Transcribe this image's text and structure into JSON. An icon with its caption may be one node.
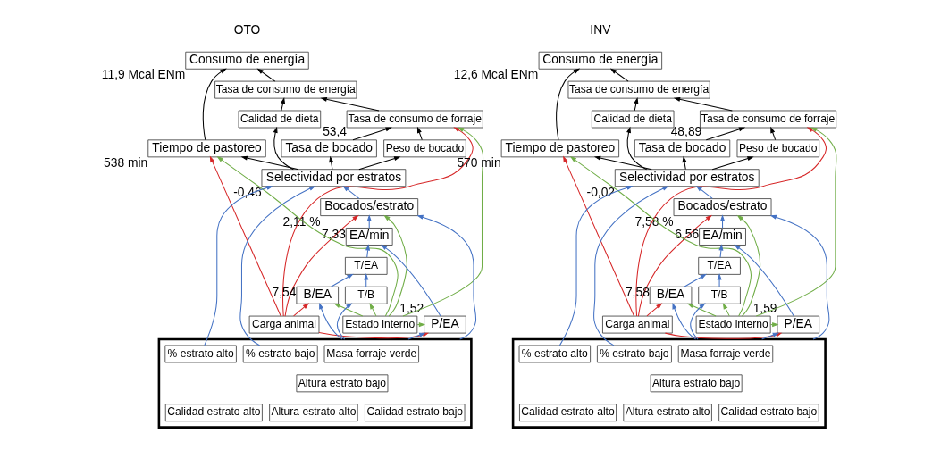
{
  "diagram": {
    "nodes": [
      {
        "text": [
          "Consumo de energía"
        ],
        "beside": [
          "11,9 Mcal ENm"
        ]
      },
      {
        "text": [
          "Tiempo de pastoreo"
        ],
        "beside": [
          "538 min"
        ]
      },
      {
        "text": [
          "Tasa de consumo de energía"
        ]
      },
      {
        "text": [
          "Tasa de consumo de forraje"
        ]
      },
      {
        "text": [
          "Calidad de dieta"
        ]
      },
      {
        "text": [
          "Tasa de bocado"
        ],
        "beside": [
          "53,4"
        ]
      },
      {
        "text": [
          "Peso de bocado"
        ]
      },
      {
        "text": [
          "Selectividad por estratos"
        ],
        "beside": [
          "-0,46"
        ]
      },
      {
        "text": [
          "Bocados/estrato"
        ],
        "beside": [
          "2,11 %"
        ]
      },
      {
        "text": [
          "Carga animal"
        ]
      },
      {
        "text": [
          "EA/min"
        ],
        "beside": [
          "7,33"
        ]
      },
      {
        "text": [
          "Estado interno"
        ]
      },
      {
        "text": [
          "P/EA"
        ],
        "beside": [
          "1,52"
        ]
      },
      {
        "text": [
          "T/EA"
        ]
      },
      {
        "text": [
          "B/EA"
        ],
        "beside": [
          "7,54"
        ]
      },
      {
        "text": [
          "T/B"
        ]
      },
      {
        "text": [],
        "shape": "box"
      },
      {
        "text": [
          "Masa forraje verde"
        ],
        "in": 16
      },
      {
        "text": [
          "% estrato bajo"
        ],
        "in": 16
      },
      {
        "text": [
          "% estrato alto"
        ],
        "in": 16
      },
      {
        "text": [
          "Altura estrato bajo"
        ],
        "in": 16
      },
      {
        "text": [
          "Calidad estrato bajo"
        ],
        "in": 16
      },
      {
        "text": [
          "Altura estrato alto"
        ],
        "in": 16
      },
      {
        "text": [
          "Calidad estrato alto"
        ],
        "in": 16
      },
      {
        "text": [
          "Consumo de energía"
        ],
        "beside": [
          "12,6 Mcal ENm"
        ]
      },
      {
        "text": [
          "Tiempo de pastoreo"
        ],
        "beside": [
          "570 min"
        ]
      },
      {
        "text": [
          "Tasa de consumo de energía"
        ]
      },
      {
        "text": [
          "Tasa de consumo de forraje"
        ]
      },
      {
        "text": [
          "Calidad de dieta"
        ]
      },
      {
        "text": [
          "Tasa de bocado"
        ],
        "beside": [
          "48,89"
        ]
      },
      {
        "text": [
          "Peso de bocado"
        ]
      },
      {
        "text": [
          "Selectividad por estratos"
        ],
        "beside": [
          "-0,02"
        ]
      },
      {
        "text": [
          "Bocados/estrato"
        ],
        "beside": [
          "7,58 %"
        ]
      },
      {
        "text": [
          "Carga animal"
        ]
      },
      {
        "text": [
          "EA/min"
        ],
        "beside": [
          "6,56"
        ]
      },
      {
        "text": [
          "Estado interno"
        ]
      },
      {
        "text": [
          "P/EA"
        ],
        "beside": [
          "1,59"
        ]
      },
      {
        "text": [
          "T/EA"
        ]
      },
      {
        "text": [
          "B/EA"
        ],
        "beside": [
          "7,58"
        ]
      },
      {
        "text": [
          "T/B"
        ]
      },
      {
        "text": [],
        "shape": "box"
      },
      {
        "text": [
          "Masa forraje verde"
        ],
        "in": 40
      },
      {
        "text": [
          "% estrato bajo"
        ],
        "in": 40
      },
      {
        "text": [
          "% estrato alto"
        ],
        "in": 40
      },
      {
        "text": [
          "Altura estrato bajo"
        ],
        "in": 40
      },
      {
        "text": [
          "Calidad estrato bajo"
        ],
        "in": 40
      },
      {
        "text": [
          "Altura estrato alto"
        ],
        "in": 40
      },
      {
        "text": [
          "Calidad estrato alto"
        ],
        "in": 40
      }
    ],
    "edges": [
      {
        "from": 1,
        "to": 0,
        "arrow": "to",
        "color": "#000000"
      },
      {
        "from": 2,
        "to": 0,
        "arrow": "to",
        "color": "#000000"
      },
      {
        "from": 3,
        "to": 2,
        "arrow": "to",
        "color": "#000000"
      },
      {
        "from": 4,
        "to": 2,
        "arrow": "to",
        "color": "#000000"
      },
      {
        "from": 5,
        "to": 3,
        "arrow": "to",
        "color": "#000000"
      },
      {
        "from": 6,
        "to": 3,
        "arrow": "to",
        "color": "#000000"
      },
      {
        "from": 7,
        "to": 5,
        "arrow": "to",
        "color": "#000000"
      },
      {
        "from": 7,
        "to": 6,
        "arrow": "to",
        "color": "#000000"
      },
      {
        "from": 7,
        "to": 1,
        "arrow": "to",
        "color": "#000000"
      },
      {
        "from": 7,
        "to": 4,
        "arrow": "to",
        "color": "#000000"
      },
      {
        "from": 9,
        "to": 1,
        "arrow": "to",
        "color": "#d62728"
      },
      {
        "from": 9,
        "to": 3,
        "arrow": "to",
        "color": "#d62728"
      },
      {
        "from": 9,
        "to": 8,
        "arrow": "to",
        "color": "#d62728"
      },
      {
        "from": 9,
        "to": 12,
        "arrow": "to",
        "color": "#d62728"
      },
      {
        "from": 9,
        "to": 14,
        "arrow": "to",
        "color": "#d62728"
      },
      {
        "from": 11,
        "to": 1,
        "arrow": "to",
        "color": "#70ad47"
      },
      {
        "from": 11,
        "to": 3,
        "arrow": "to",
        "color": "#70ad47"
      },
      {
        "from": 11,
        "to": 8,
        "arrow": "to",
        "color": "#70ad47"
      },
      {
        "from": 11,
        "to": 12,
        "arrow": "to",
        "color": "#70ad47"
      },
      {
        "from": 11,
        "to": 15,
        "arrow": "to",
        "color": "#70ad47"
      },
      {
        "from": 11,
        "to": 14,
        "arrow": "to",
        "color": "#70ad47"
      },
      {
        "from": 8,
        "to": 7,
        "arrow": "to",
        "color": "#4472c4"
      },
      {
        "from": 10,
        "to": 8,
        "arrow": "to",
        "color": "#4472c4"
      },
      {
        "from": 12,
        "to": 10,
        "arrow": "to",
        "color": "#4472c4"
      },
      {
        "from": 13,
        "to": 10,
        "arrow": "to",
        "color": "#4472c4"
      },
      {
        "from": 14,
        "to": 13,
        "arrow": "to",
        "color": "#4472c4"
      },
      {
        "from": 15,
        "to": 13,
        "arrow": "to",
        "color": "#4472c4"
      },
      {
        "from": 16,
        "to": 14,
        "arrow": "to",
        "color": "#4472c4"
      },
      {
        "from": 16,
        "to": 15,
        "arrow": "to",
        "color": "#4472c4"
      },
      {
        "from": 16,
        "to": 8,
        "arrow": "to",
        "color": "#4472c4"
      },
      {
        "from": 16,
        "to": 12,
        "arrow": "to",
        "color": "#4472c4"
      },
      {
        "from": 18,
        "to": 7,
        "arrow": "to",
        "color": "#4472c4"
      },
      {
        "from": 19,
        "to": 7,
        "arrow": "to",
        "color": "#4472c4"
      },
      {
        "from": 25,
        "to": 24,
        "arrow": "to",
        "color": "#000000"
      },
      {
        "from": 26,
        "to": 24,
        "arrow": "to",
        "color": "#000000"
      },
      {
        "from": 27,
        "to": 26,
        "arrow": "to",
        "color": "#000000"
      },
      {
        "from": 28,
        "to": 26,
        "arrow": "to",
        "color": "#000000"
      },
      {
        "from": 29,
        "to": 27,
        "arrow": "to",
        "color": "#000000"
      },
      {
        "from": 30,
        "to": 27,
        "arrow": "to",
        "color": "#000000"
      },
      {
        "from": 31,
        "to": 29,
        "arrow": "to",
        "color": "#000000"
      },
      {
        "from": 31,
        "to": 30,
        "arrow": "to",
        "color": "#000000"
      },
      {
        "from": 31,
        "to": 25,
        "arrow": "to",
        "color": "#000000"
      },
      {
        "from": 31,
        "to": 28,
        "arrow": "to",
        "color": "#000000"
      },
      {
        "from": 33,
        "to": 25,
        "arrow": "to",
        "color": "#d62728"
      },
      {
        "from": 33,
        "to": 27,
        "arrow": "to",
        "color": "#d62728"
      },
      {
        "from": 33,
        "to": 32,
        "arrow": "to",
        "color": "#d62728"
      },
      {
        "from": 33,
        "to": 36,
        "arrow": "to",
        "color": "#d62728"
      },
      {
        "from": 33,
        "to": 38,
        "arrow": "to",
        "color": "#d62728"
      },
      {
        "from": 35,
        "to": 25,
        "arrow": "to",
        "color": "#70ad47"
      },
      {
        "from": 35,
        "to": 27,
        "arrow": "to",
        "color": "#70ad47"
      },
      {
        "from": 35,
        "to": 32,
        "arrow": "to",
        "color": "#70ad47"
      },
      {
        "from": 35,
        "to": 36,
        "arrow": "to",
        "color": "#70ad47"
      },
      {
        "from": 35,
        "to": 39,
        "arrow": "to",
        "color": "#70ad47"
      },
      {
        "from": 35,
        "to": 38,
        "arrow": "to",
        "color": "#70ad47"
      },
      {
        "from": 32,
        "to": 31,
        "arrow": "to",
        "color": "#4472c4"
      },
      {
        "from": 34,
        "to": 32,
        "arrow": "to",
        "color": "#4472c4"
      },
      {
        "from": 36,
        "to": 34,
        "arrow": "to",
        "color": "#4472c4"
      },
      {
        "from": 37,
        "to": 34,
        "arrow": "to",
        "color": "#4472c4"
      },
      {
        "from": 38,
        "to": 37,
        "arrow": "to",
        "color": "#4472c4"
      },
      {
        "from": 39,
        "to": 37,
        "arrow": "to",
        "color": "#4472c4"
      },
      {
        "from": 40,
        "to": 38,
        "arrow": "to",
        "color": "#4472c4"
      },
      {
        "from": 40,
        "to": 39,
        "arrow": "to",
        "color": "#4472c4"
      },
      {
        "from": 40,
        "to": 32,
        "arrow": "to",
        "color": "#4472c4"
      },
      {
        "from": 40,
        "to": 36,
        "arrow": "to",
        "color": "#4472c4"
      },
      {
        "from": 42,
        "to": 31,
        "arrow": "to",
        "color": "#4472c4"
      },
      {
        "from": 43,
        "to": 31,
        "arrow": "to",
        "color": "#4472c4"
      }
    ],
    "labels": [
      "OTO",
      "INV"
    ]
  }
}
